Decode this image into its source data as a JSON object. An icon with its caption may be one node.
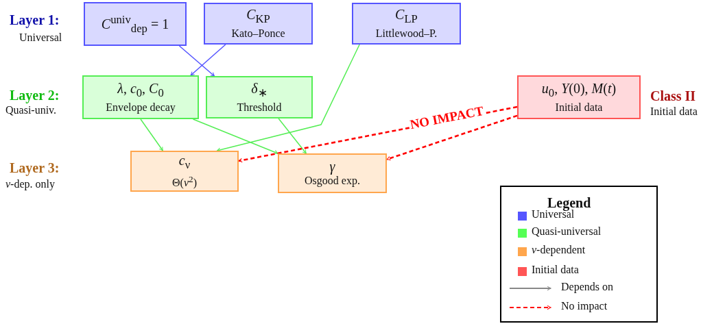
{
  "diagram": {
    "nodes": [
      {
        "text": [
          "*C*$^{univ}$$_{dep}$ = 1"
        ]
      },
      {
        "text": [
          "*C*$_{KP}$",
          "Kato–Ponce"
        ]
      },
      {
        "text": [
          "*C*$_{LP}$",
          "Littlewood–P."
        ]
      },
      {
        "text": [
          "*λ*, *c*$_{0}$, *C*$_{0}$",
          "Envelope decay"
        ]
      },
      {
        "text": [
          "*δ*$_{∗}$",
          "Threshold"
        ]
      },
      {
        "text": [
          "*c*$_{ν}$",
          "Θ(*ν*$^{2}$)"
        ]
      },
      {
        "text": [
          "*γ*",
          "Osgood exp."
        ]
      },
      {
        "text": [
          "*u*$_{0}$, *Y*(0), *M*(*t*)",
          "Initial data"
        ]
      }
    ],
    "edges": [
      {
        "from": 0,
        "to": 4,
        "arrow": "to",
        "color": "#5555ff"
      },
      {
        "from": 1,
        "to": 3,
        "arrow": "to",
        "color": "#5555ff"
      },
      {
        "from": 2,
        "to": 5,
        "arrow": "to"
      },
      {
        "from": 3,
        "to": 5,
        "arrow": "to"
      },
      {
        "from": 3,
        "to": 6,
        "arrow": "to"
      },
      {
        "from": 4,
        "to": 6,
        "arrow": "to"
      },
      {
        "from": 7,
        "to": 5,
        "arrow": "to",
        "style": "dashed",
        "color": "#ff0000",
        "label": "NO IMPACT"
      },
      {
        "from": 7,
        "to": 6,
        "arrow": "to",
        "style": "dashed",
        "color": "#ff0000"
      }
    ],
    "labels": [
      "Layer 1:",
      "Universal",
      "Layer 2:",
      "Quasi-univ.",
      "Layer 3:",
      "*ν*-dep. only",
      "Class II",
      "Initial data",
      "Legend"
    ],
    "legend": [
      {
        "text": "Universal",
        "color": "#5555ff"
      },
      {
        "text": "Quasi-universal",
        "color": "#55ff55"
      },
      {
        "text": "*ν*-dependent",
        "color": "#ffa64d"
      },
      {
        "text": "Initial data",
        "color": "#ff5555"
      },
      {
        "text": "Depends on"
      },
      {
        "text": "No impact"
      }
    ]
  }
}
